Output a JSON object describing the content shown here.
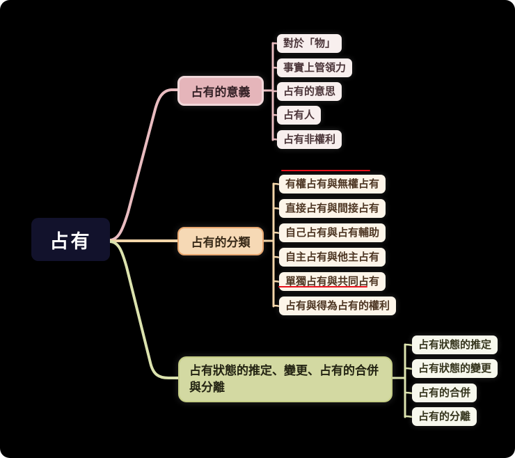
{
  "root": {
    "label": "占有"
  },
  "branches": [
    {
      "label": "占有的意義",
      "children": [
        "對於「物」",
        "事實上管領力",
        "占有的意思",
        "占有人",
        "占有非權利"
      ]
    },
    {
      "label": "占有的分類",
      "children": [
        "有權占有與無權占有",
        "直接占有與間接占有",
        "自己占有與占有輔助",
        "自主占有與他主占有",
        "單獨占有與共同占有",
        "占有與得為占有的權利"
      ]
    },
    {
      "label": "占有狀態的推定、變更、占有的合併與分離",
      "children": [
        "占有狀態的推定",
        "占有狀態的變更",
        "占有的合併",
        "占有的分離"
      ]
    }
  ],
  "annotations": [
    {
      "type": "red-underline",
      "attached_to": "有權占有與無權占有",
      "position": "above"
    },
    {
      "type": "red-underline",
      "attached_to": "單獨占有與共同占有",
      "position": "below"
    }
  ],
  "colors": {
    "canvas": "#000000",
    "root": {
      "bg": "#12122c",
      "text": "#ffffff"
    },
    "branch1": {
      "bg": "#e5b5ba",
      "border": "#f2d8da",
      "text": "#332025",
      "line": "#e9bcc0",
      "child_bg": "#f8efee",
      "child_text": "#4b3539"
    },
    "branch2": {
      "bg": "#f6d9b5",
      "border": "#e8a770",
      "text": "#382a18",
      "line": "#f2d5a9",
      "child_bg": "#fdf5e9",
      "child_text": "#4c3522"
    },
    "branch3": {
      "bg": "#d3d9a2",
      "border": "#c5cd86",
      "text": "#232312",
      "line": "#dce3ae",
      "child_bg": "#f7f8ed",
      "child_text": "#34341c"
    },
    "annotation": {
      "red": "#e8111c"
    }
  }
}
